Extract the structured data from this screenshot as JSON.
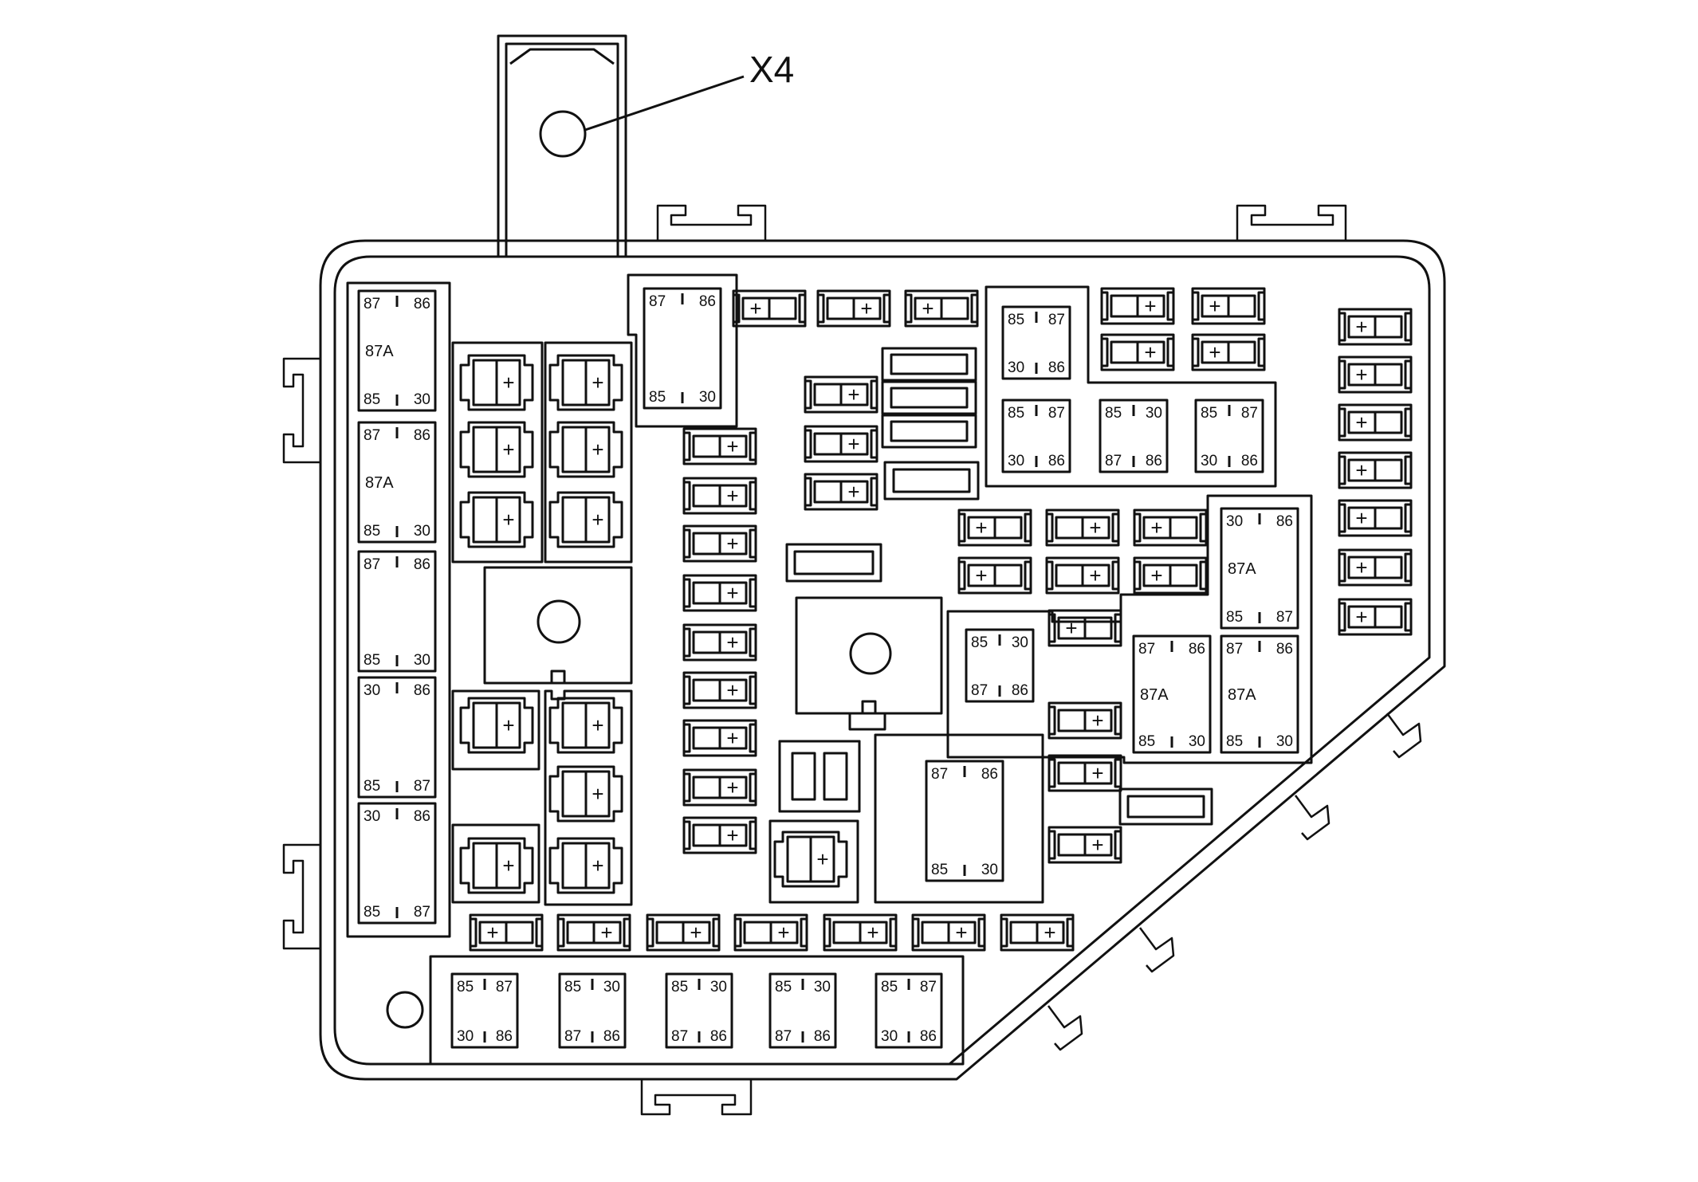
{
  "callout": {
    "label": "X4"
  },
  "relays": {
    "left_column": [
      {
        "pins": [
          "87",
          "86",
          "85",
          "30"
        ],
        "middle": "87A"
      },
      {
        "pins": [
          "87",
          "86",
          "85",
          "30"
        ],
        "middle": "87A"
      },
      {
        "pins": [
          "87",
          "86",
          "85",
          "30"
        ],
        "middle": ""
      },
      {
        "pins": [
          "30",
          "86",
          "85",
          "87"
        ],
        "middle": ""
      },
      {
        "pins": [
          "30",
          "86",
          "85",
          "87"
        ],
        "middle": ""
      }
    ],
    "top_center": {
      "pins": [
        "87",
        "86",
        "85",
        "30"
      ],
      "middle": ""
    },
    "upper_right": [
      {
        "pins": [
          "85",
          "87",
          "30",
          "86"
        ],
        "middle": ""
      },
      {
        "pins": [
          "85",
          "87",
          "30",
          "86"
        ],
        "middle": ""
      },
      {
        "pins": [
          "85",
          "30",
          "87",
          "86"
        ],
        "middle": ""
      },
      {
        "pins": [
          "85",
          "87",
          "30",
          "86"
        ],
        "middle": ""
      }
    ],
    "right_group": [
      {
        "pins": [
          "30",
          "86",
          "85",
          "87"
        ],
        "middle": "87A"
      },
      {
        "pins": [
          "85",
          "30",
          "87",
          "86"
        ],
        "middle": ""
      },
      {
        "pins": [
          "87",
          "86",
          "85",
          "30"
        ],
        "middle": "87A"
      },
      {
        "pins": [
          "87",
          "86",
          "85",
          "30"
        ],
        "middle": "87A"
      }
    ],
    "center_bottom": {
      "pins": [
        "87",
        "86",
        "85",
        "30"
      ],
      "middle": ""
    },
    "bottom_row": [
      {
        "pins": [
          "85",
          "87",
          "30",
          "86"
        ],
        "middle": ""
      },
      {
        "pins": [
          "85",
          "30",
          "87",
          "86"
        ],
        "middle": ""
      },
      {
        "pins": [
          "85",
          "30",
          "87",
          "86"
        ],
        "middle": ""
      },
      {
        "pins": [
          "85",
          "30",
          "87",
          "86"
        ],
        "middle": ""
      },
      {
        "pins": [
          "85",
          "87",
          "30",
          "86"
        ],
        "middle": ""
      }
    ]
  },
  "plus_symbol": "+"
}
